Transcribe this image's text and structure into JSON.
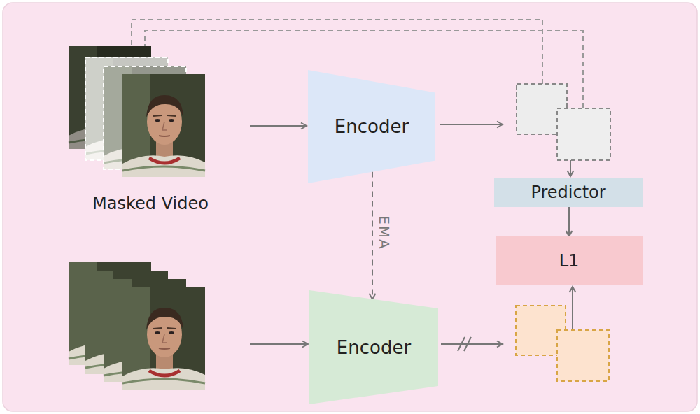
{
  "diagram": {
    "nodes": [
      {
        "text": [
          "Encoder"
        ]
      },
      {
        "text": [
          "Predictor"
        ]
      },
      {
        "text": [
          "L1"
        ]
      },
      {
        "text": [
          "Encoder"
        ]
      }
    ],
    "edges": [
      {
        "from": 1,
        "to": 2,
        "arrow": "to"
      },
      {
        "from": 0,
        "to": 3,
        "label": "EMA",
        "arrow": "to"
      }
    ],
    "labels": [
      "Masked Video"
    ]
  }
}
